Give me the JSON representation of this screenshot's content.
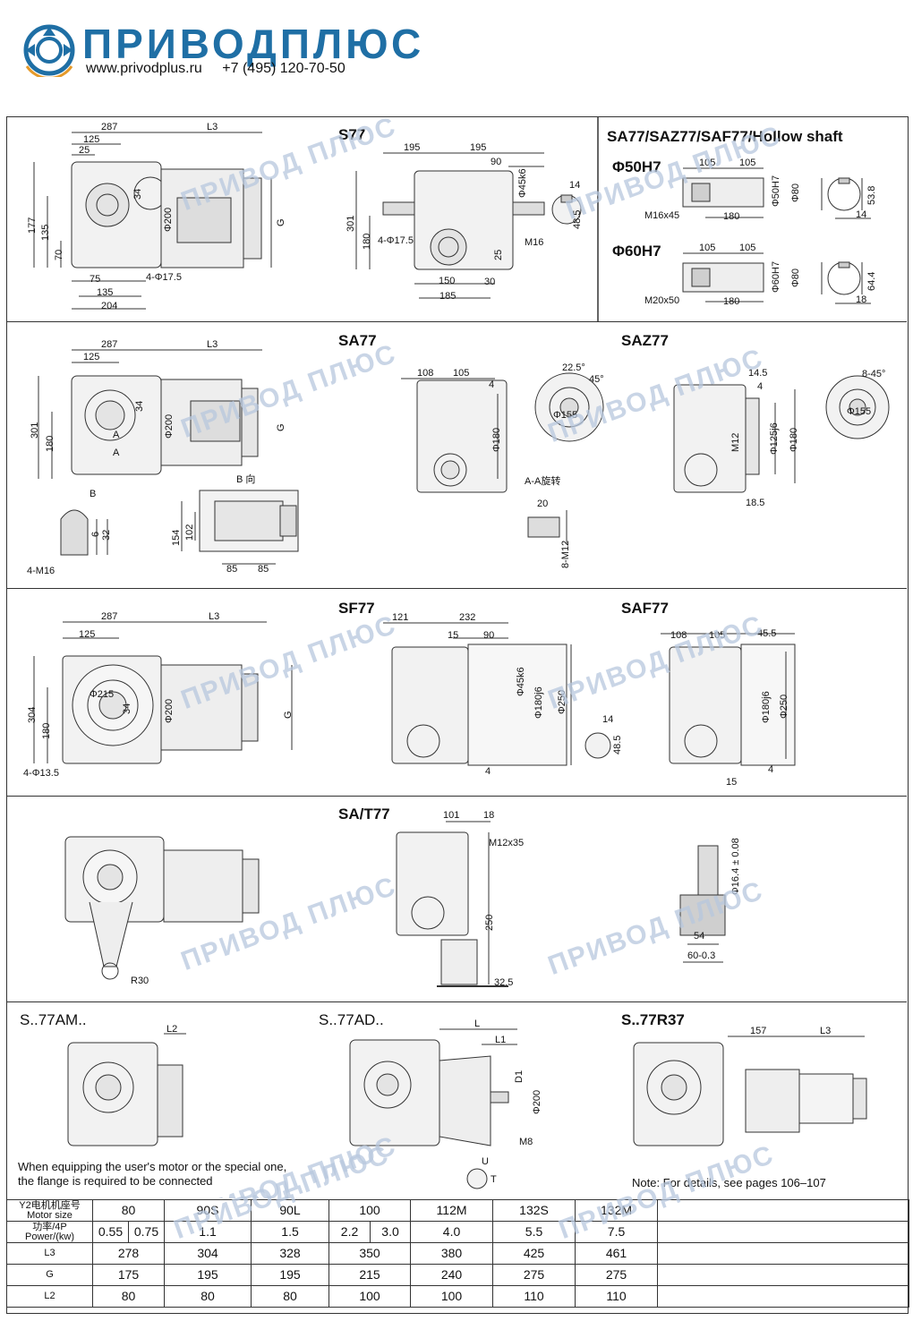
{
  "header": {
    "brand": "ПРИВОДПЛЮС",
    "website": "www.privodplus.ru",
    "phone": "+7 (495) 120-70-50"
  },
  "watermark": "ПРИВОД ПЛЮС",
  "colors": {
    "brand": "#1f6fa5",
    "watermark": "#b8c8de"
  },
  "panels": {
    "s77": {
      "title": "S77",
      "dims": [
        "287",
        "125",
        "25",
        "L3",
        "177",
        "135",
        "70",
        "34",
        "Φ200",
        "G",
        "4-Φ17.5",
        "75",
        "135",
        "204",
        "195",
        "195",
        "90",
        "Φ45k6",
        "14",
        "48.5",
        "301",
        "180",
        "4-Φ17.5",
        "25",
        "M16",
        "150",
        "185",
        "30"
      ]
    },
    "hollow": {
      "title": "SA77/SAZ77/SAF77/Hollow shaft",
      "sub1": "Φ50H7",
      "sub2": "Φ60H7",
      "dims1": [
        "105",
        "105",
        "M16x45",
        "180",
        "Φ50H7",
        "Φ80",
        "53.8",
        "14"
      ],
      "dims2": [
        "105",
        "105",
        "M20x50",
        "180",
        "Φ60H7",
        "Φ80",
        "64.4",
        "18"
      ]
    },
    "sa77": {
      "title": "SA77",
      "title2": "SAZ77",
      "dims": [
        "287",
        "125",
        "L3",
        "301",
        "180",
        "34",
        "Φ200",
        "G",
        "A",
        "A",
        "B",
        "B 向",
        "154",
        "102",
        "85",
        "85",
        "6",
        "32",
        "4-M16",
        "108",
        "105",
        "4",
        "Φ180",
        "22.5°",
        "45°",
        "Φ155",
        "A-A旋转",
        "20",
        "8-M12",
        "14.5",
        "4",
        "M12",
        "Φ125j6",
        "Φ180",
        "18.5",
        "8-45°",
        "Φ155"
      ]
    },
    "sf77": {
      "title": "SF77",
      "title2": "SAF77",
      "dims": [
        "287",
        "125",
        "L3",
        "304",
        "180",
        "Φ215",
        "34",
        "Φ200",
        "G",
        "4-Φ13.5",
        "121",
        "232",
        "15",
        "90",
        "Φ45k6",
        "Φ180j6",
        "Φ250",
        "14",
        "48.5",
        "4",
        "108",
        "105",
        "45.5",
        "Φ180j6",
        "Φ250",
        "4",
        "15"
      ]
    },
    "sat77": {
      "title": "SA/T77",
      "dims": [
        "R30",
        "101",
        "18",
        "M12x35",
        "250",
        "32.5",
        "Φ16.4 ± 0.08",
        "54",
        "60-0.3"
      ]
    },
    "bottom": {
      "t1": "S..77AM..",
      "t2": "S..77AD..",
      "t3": "S..77R37",
      "dims": [
        "L2",
        "L",
        "L1",
        "D1",
        "Φ200",
        "U",
        "T",
        "M8",
        "157",
        "L3"
      ],
      "note1": "When equipping the user's motor or the special one, the flange is required to be connected",
      "note2": "Note: For details, see pages 106–107"
    }
  },
  "table": {
    "rows": [
      [
        "Y2电机机座号 Motor size",
        "80",
        "",
        "90S",
        "90L",
        "100",
        "",
        "112M",
        "132S",
        "132M"
      ],
      [
        "功率/4P Power/(kw)",
        "0.55",
        "0.75",
        "1.1",
        "1.5",
        "2.2",
        "3.0",
        "4.0",
        "5.5",
        "7.5"
      ],
      [
        "L3",
        "278",
        "",
        "304",
        "328",
        "350",
        "",
        "380",
        "425",
        "461"
      ],
      [
        "G",
        "175",
        "",
        "195",
        "195",
        "215",
        "",
        "240",
        "275",
        "275"
      ],
      [
        "L2",
        "80",
        "",
        "80",
        "80",
        "100",
        "",
        "100",
        "110",
        "110"
      ]
    ]
  }
}
